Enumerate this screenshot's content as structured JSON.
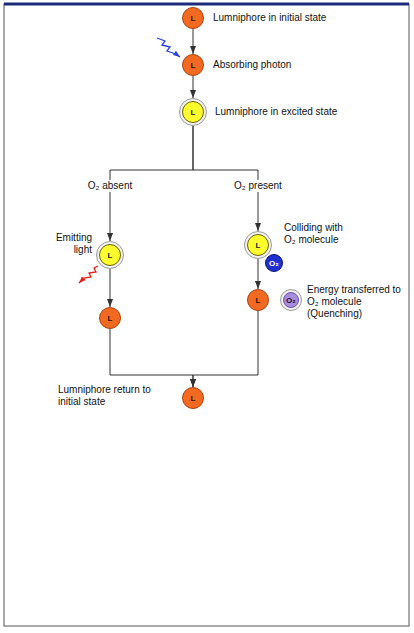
{
  "diagram": {
    "nodes": [
      {
        "text": [
          "L",
          "Lumniphore in initial state"
        ]
      },
      {
        "text": [
          "L",
          "Absorbing photon"
        ]
      },
      {
        "text": [
          "L",
          "Lumniphore in excited state"
        ]
      },
      {
        "text": [
          "L",
          "Emitting light"
        ]
      },
      {
        "text": [
          "L"
        ]
      },
      {
        "text": [
          "L",
          "Colliding with O₂ molecule"
        ]
      },
      {
        "text": [
          "O₂"
        ]
      },
      {
        "text": [
          "L"
        ]
      },
      {
        "text": [
          "O₂",
          "Energy transferred to O₂ molecule (Quenching)"
        ]
      },
      {
        "text": [
          "L",
          "Lumniphore return to initial state"
        ]
      }
    ],
    "edges": [
      {
        "from": 0,
        "to": 1,
        "arrow": "to"
      },
      {
        "from": 1,
        "to": 2,
        "arrow": "to"
      },
      {
        "from": 2,
        "to": 3,
        "label": "O₂ absent",
        "arrow": "to"
      },
      {
        "from": 2,
        "to": 5,
        "label": "O₂ present",
        "arrow": "to"
      },
      {
        "from": 3,
        "to": 4,
        "arrow": "to"
      },
      {
        "from": 5,
        "to": 7,
        "arrow": "to"
      },
      {
        "from": 4,
        "to": 9,
        "arrow": "to"
      },
      {
        "from": 7,
        "to": 9,
        "arrow": "to"
      }
    ]
  }
}
